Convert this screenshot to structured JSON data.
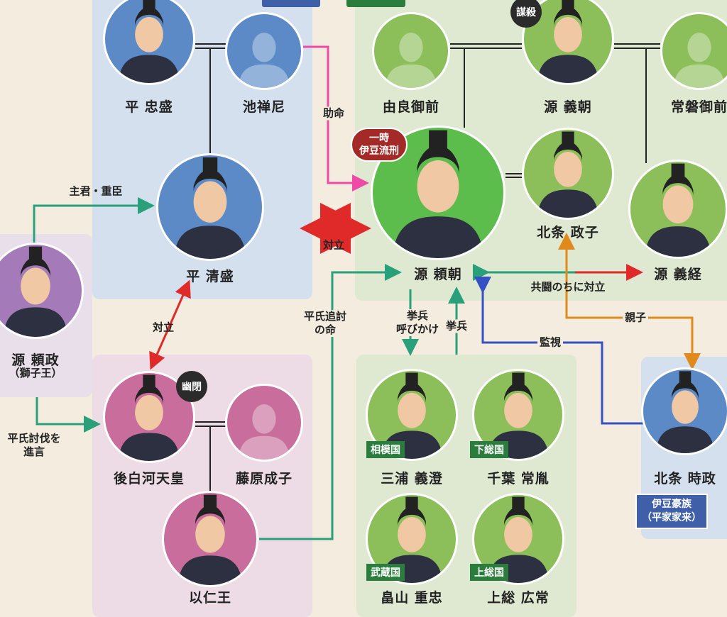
{
  "people": {
    "tadamori": {
      "name": "平 忠盛"
    },
    "ikenozenni": {
      "name": "池禅尼"
    },
    "kiyomori": {
      "name": "平 清盛"
    },
    "yuragozen": {
      "name": "由良御前"
    },
    "yoshitomo": {
      "name": "源 義朝",
      "badge": "謀殺"
    },
    "tokiwagozen": {
      "name": "常磐御前"
    },
    "yoritomo": {
      "name": "源 頼朝",
      "badge_line1": "一時",
      "badge_line2": "伊豆流刑"
    },
    "masako": {
      "name": "北条 政子"
    },
    "yoshitsune": {
      "name": "源 義経"
    },
    "yorimasa": {
      "name": "源 頼政",
      "sub": "（獅子王）"
    },
    "goshirakawa": {
      "name": "後白河天皇",
      "badge": "幽閉"
    },
    "fujiwara_shigeko": {
      "name": "藤原成子"
    },
    "mochihitoo": {
      "name": "以仁王"
    },
    "miura": {
      "name": "三浦 義澄",
      "province": "相模国"
    },
    "chiba": {
      "name": "千葉 常胤",
      "province": "下総国"
    },
    "hatakeyama": {
      "name": "畠山 重忠",
      "province": "武蔵国"
    },
    "kazusa": {
      "name": "上総 広常",
      "province": "上総国"
    },
    "tokimasa": {
      "name": "北条 時政",
      "note_line1": "伊豆豪族",
      "note_line2": "（平家家来）"
    }
  },
  "relations": {
    "spared": "助命",
    "rivalry": "対立",
    "lord_retainer": "主君・重臣",
    "rivalry2": "対立",
    "advised_line1": "平氏討伐を",
    "advised_line2": "進言",
    "order_line1": "平氏追討",
    "order_line2": "の命",
    "call_line1": "挙兵",
    "call_line2": "呼びかけ",
    "raise_army": "挙兵",
    "surveillance": "監視",
    "allied_then_rival": "共闘のちに対立",
    "parent_child": "親子"
  },
  "colors": {
    "heike": "#5b8ac6",
    "genji": "#8cbf5a",
    "imperial": "#c86d9c",
    "arrow_green": "#2aa07a",
    "arrow_red": "#e02a2a",
    "arrow_pink": "#ee4aa6",
    "arrow_blue": "#3651c4",
    "arrow_orange": "#e08a1e"
  }
}
